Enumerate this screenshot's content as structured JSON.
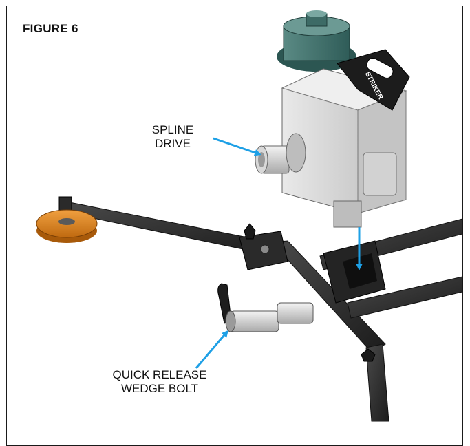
{
  "figure": {
    "title": "FIGURE 6"
  },
  "labels": {
    "spline_drive": {
      "line1": "SPLINE",
      "line2": "DRIVE"
    },
    "quick_release": {
      "line1": "QUICK RELEASE",
      "line2": "WEDGE BOLT"
    }
  },
  "brand": {
    "plate_text": "STRIKER"
  },
  "colors": {
    "arrow": "#1ea0e6",
    "frame_steel": "#2b2b2b",
    "motor_housing": "#3f6f6a",
    "foot_pad": "#e08a22",
    "gearbox": "#cfcfcf"
  }
}
